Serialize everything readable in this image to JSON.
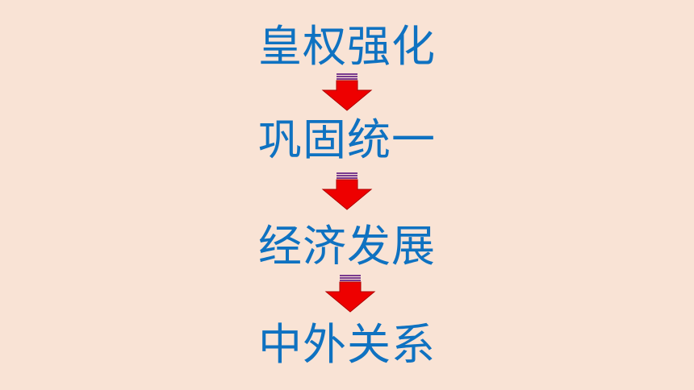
{
  "flow": {
    "steps": [
      {
        "label": "皇权强化"
      },
      {
        "label": "巩固统一"
      },
      {
        "label": "经济发展"
      },
      {
        "label": "中外关系"
      }
    ],
    "colors": {
      "background": "#f9e3d5",
      "text": "#0f72c1",
      "arrow_fill": "#ee0000",
      "arrow_stripe": "#7a3b8f"
    },
    "arrow_icon": "down-arrow-icon"
  }
}
